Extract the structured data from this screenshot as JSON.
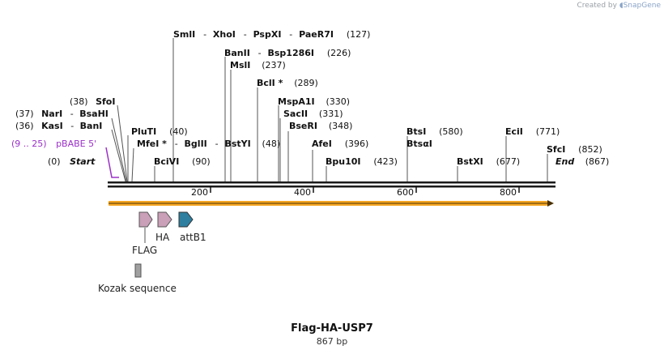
{
  "brand": {
    "prefix": "Created by",
    "name": "SnapGene"
  },
  "title": "Flag-HA-USP7",
  "length_label": "867 bp",
  "colors": {
    "backbone": "#1a1a1a",
    "arrow": "#f5a623",
    "primer": "#9b30c8",
    "tag": "#c9a0b8",
    "att": "#2e7fa0",
    "kozak": "#a0a0a0"
  },
  "sites": [
    {
      "name": "SmlI",
      "pos": 127,
      "group": [
        "SmlI",
        "XhoI",
        "PspXI",
        "PaeR7I"
      ],
      "pos_label": "(127)"
    },
    {
      "name": "BanII",
      "pos": 226,
      "group": [
        "BanII",
        "Bsp1286I"
      ],
      "pos_label": "(226)"
    },
    {
      "name": "MslI",
      "pos": 237,
      "group": [
        "MslI"
      ],
      "pos_label": "(237)"
    },
    {
      "name": "BclI",
      "pos": 289,
      "group": [
        "BclI *"
      ],
      "pos_label": "(289)"
    },
    {
      "name": "MspA1I",
      "pos": 330,
      "group": [
        "MspA1I"
      ],
      "pos_label": "(330)"
    },
    {
      "name": "SacII",
      "pos": 331,
      "group": [
        "SacII"
      ],
      "pos_label": "(331)"
    },
    {
      "name": "BseRI",
      "pos": 348,
      "group": [
        "BseRI"
      ],
      "pos_label": "(348)"
    },
    {
      "name": "AfeI",
      "pos": 396,
      "group": [
        "AfeI"
      ],
      "pos_label": "(396)"
    },
    {
      "name": "Bpu10I",
      "pos": 423,
      "group": [
        "Bpu10I"
      ],
      "pos_label": "(423)"
    },
    {
      "name": "BtsI",
      "pos": 580,
      "group": [
        "BtsI",
        "BtsαI"
      ],
      "pos_label": "(580)"
    },
    {
      "name": "BstXI",
      "pos": 677,
      "group": [
        "BstXI"
      ],
      "pos_label": "(677)"
    },
    {
      "name": "EciI",
      "pos": 771,
      "group": [
        "EciI"
      ],
      "pos_label": "(771)"
    },
    {
      "name": "SfcI",
      "pos": 852,
      "group": [
        "SfcI"
      ],
      "pos_label": "(852)"
    },
    {
      "name": "SfoI",
      "pos": 38,
      "group": [
        "SfoI"
      ],
      "pos_label": "(38)"
    },
    {
      "name": "NarI",
      "pos": 37,
      "group": [
        "NarI",
        "BsaHI"
      ],
      "pos_label": "(37)"
    },
    {
      "name": "KasI",
      "pos": 36,
      "group": [
        "KasI",
        "BanI"
      ],
      "pos_label": "(36)"
    },
    {
      "name": "PluTI",
      "pos": 40,
      "group": [
        "PluTI"
      ],
      "pos_label": "(40)"
    },
    {
      "name": "MfeI",
      "pos": 48,
      "group": [
        "MfeI *",
        "BglII",
        "BstYI"
      ],
      "pos_label": "(48)"
    },
    {
      "name": "BciVI",
      "pos": 90,
      "group": [
        "BciVI"
      ],
      "pos_label": "(90)"
    }
  ],
  "ends": {
    "start_label": "Start",
    "start_pos": "(0)",
    "end_label": "End",
    "end_pos": "(867)"
  },
  "primer": {
    "label": "pBABE 5'",
    "range": "(9 .. 25)"
  },
  "axis": {
    "ticks": [
      200,
      400,
      600,
      800
    ]
  },
  "features": [
    {
      "label": "FLAG",
      "type": "tag"
    },
    {
      "label": "HA",
      "type": "tag"
    },
    {
      "label": "attB1",
      "type": "att"
    },
    {
      "label": "Kozak sequence",
      "type": "kozak"
    }
  ]
}
